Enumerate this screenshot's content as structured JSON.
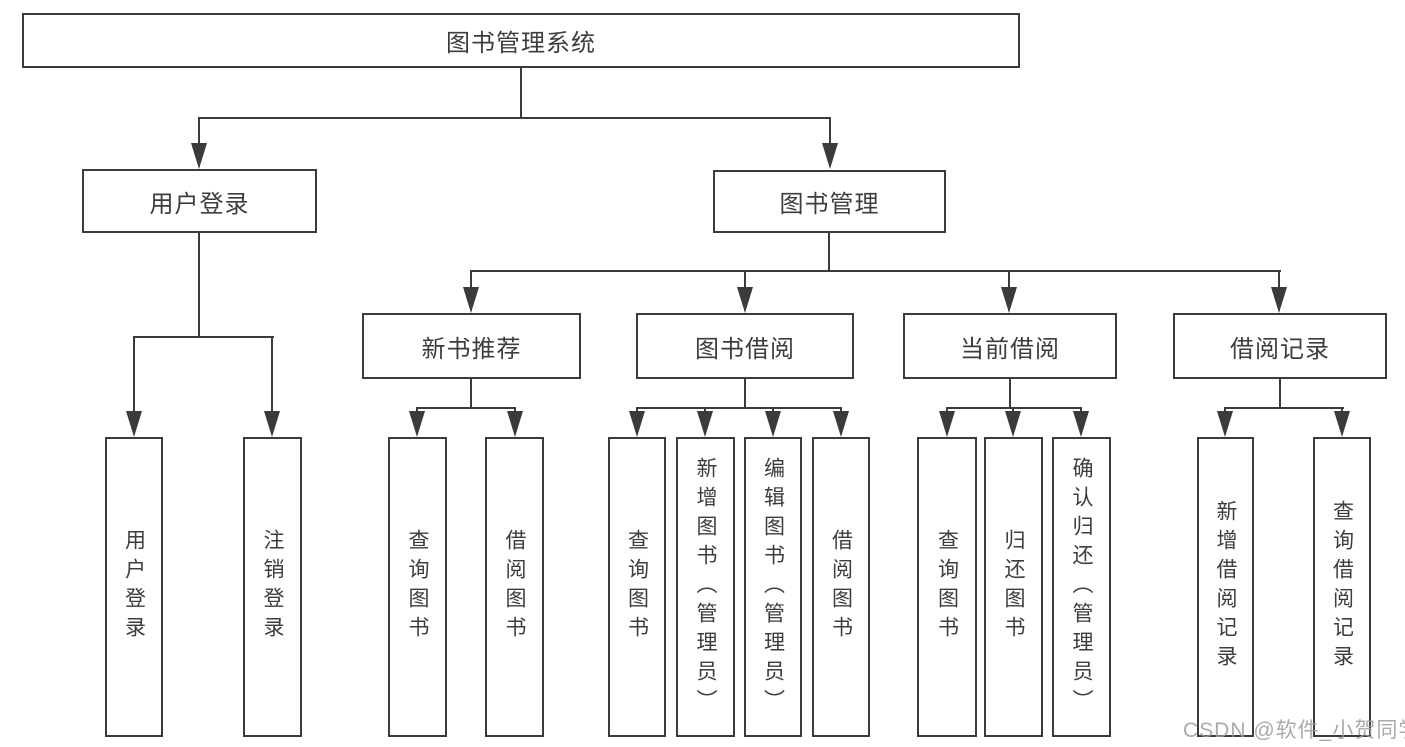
{
  "diagram": {
    "type": "hierarchy-tree",
    "colors": {
      "line": "#3b3b3b",
      "text": "#3d3d3d",
      "background": "#ffffff",
      "watermark": "#9e9a9e"
    },
    "tree": {
      "label": "图书管理系统",
      "children": [
        {
          "label": "用户登录",
          "children": [
            {
              "label": "用户登录"
            },
            {
              "label": "注销登录"
            }
          ]
        },
        {
          "label": "图书管理",
          "children": [
            {
              "label": "新书推荐",
              "children": [
                {
                  "label": "查询图书"
                },
                {
                  "label": "借阅图书"
                }
              ]
            },
            {
              "label": "图书借阅",
              "children": [
                {
                  "label": "查询图书"
                },
                {
                  "label": "新增图书（管理员）"
                },
                {
                  "label": "编辑图书（管理员）"
                },
                {
                  "label": "借阅图书"
                }
              ]
            },
            {
              "label": "当前借阅",
              "children": [
                {
                  "label": "查询图书"
                },
                {
                  "label": "归还图书"
                },
                {
                  "label": "确认归还（管理员）"
                }
              ]
            },
            {
              "label": "借阅记录",
              "children": [
                {
                  "label": "新增借阅记录"
                },
                {
                  "label": "查询借阅记录"
                }
              ]
            }
          ]
        }
      ]
    },
    "watermark": "CSDN @软件_小贺同学"
  }
}
